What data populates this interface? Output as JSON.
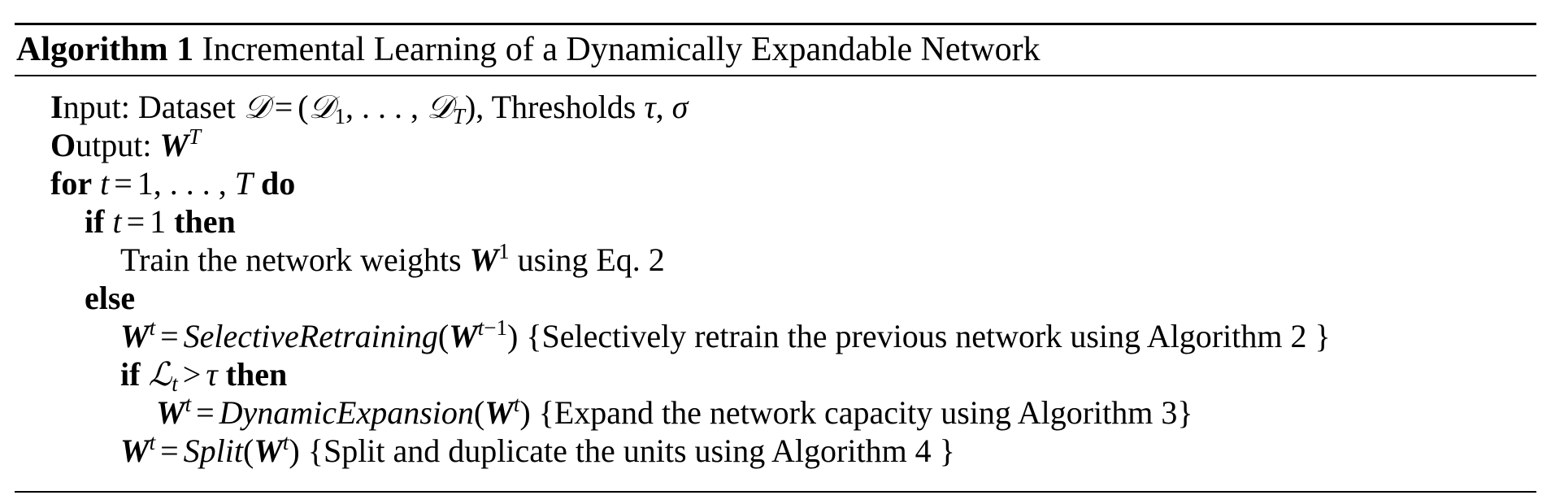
{
  "algorithm": {
    "label": "Algorithm 1",
    "title": "Incremental Learning of a Dynamically Expandable Network"
  },
  "lines": {
    "input_kw": "I",
    "input_rest": "nput:",
    "input_text": "Dataset",
    "output_kw": "O",
    "output_rest": "utput:",
    "for_kw": "for",
    "do_kw": "do",
    "if_kw": "if",
    "then_kw": "then",
    "else_kw": "else",
    "train_text": "Train the network weights",
    "train_tail": "using Eq. 2",
    "thresholds_text": "Thresholds",
    "comment_retrain": "{Selectively retrain the previous network using Algorithm 2 }",
    "comment_expand": "{Expand the network capacity using Algorithm 3}",
    "comment_split": "{Split and duplicate the units using Algorithm 4 }",
    "fn_selective": "SelectiveRetraining",
    "fn_dynamic": "DynamicExpansion",
    "fn_split": "Split"
  }
}
